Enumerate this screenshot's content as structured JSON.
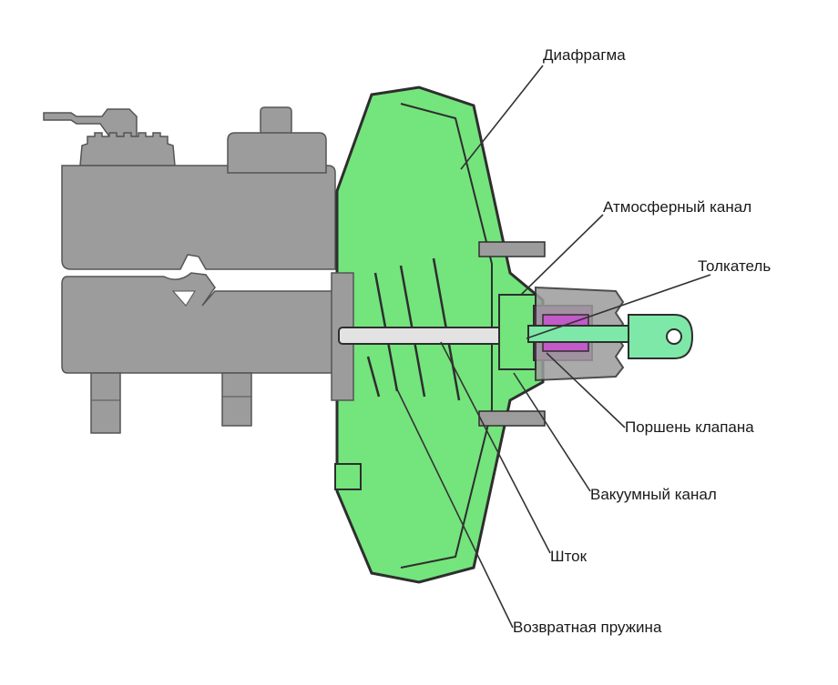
{
  "labels": {
    "diaphragm": "Диафрагма",
    "atmospheric_channel": "Атмосферный канал",
    "pusher": "Толкатель",
    "valve_piston": "Поршень клапана",
    "vacuum_channel": "Вакуумный канал",
    "rod": "Шток",
    "return_spring": "Возвратная пружина"
  },
  "colors": {
    "booster_fill": "#74e47d",
    "housing_outline": "#2e2e2e",
    "master_cylinder": "#9c9c9c",
    "valve_body": "#c25ac8",
    "pusher_fill": "#7ee8a8",
    "leader_line": "#333333"
  }
}
